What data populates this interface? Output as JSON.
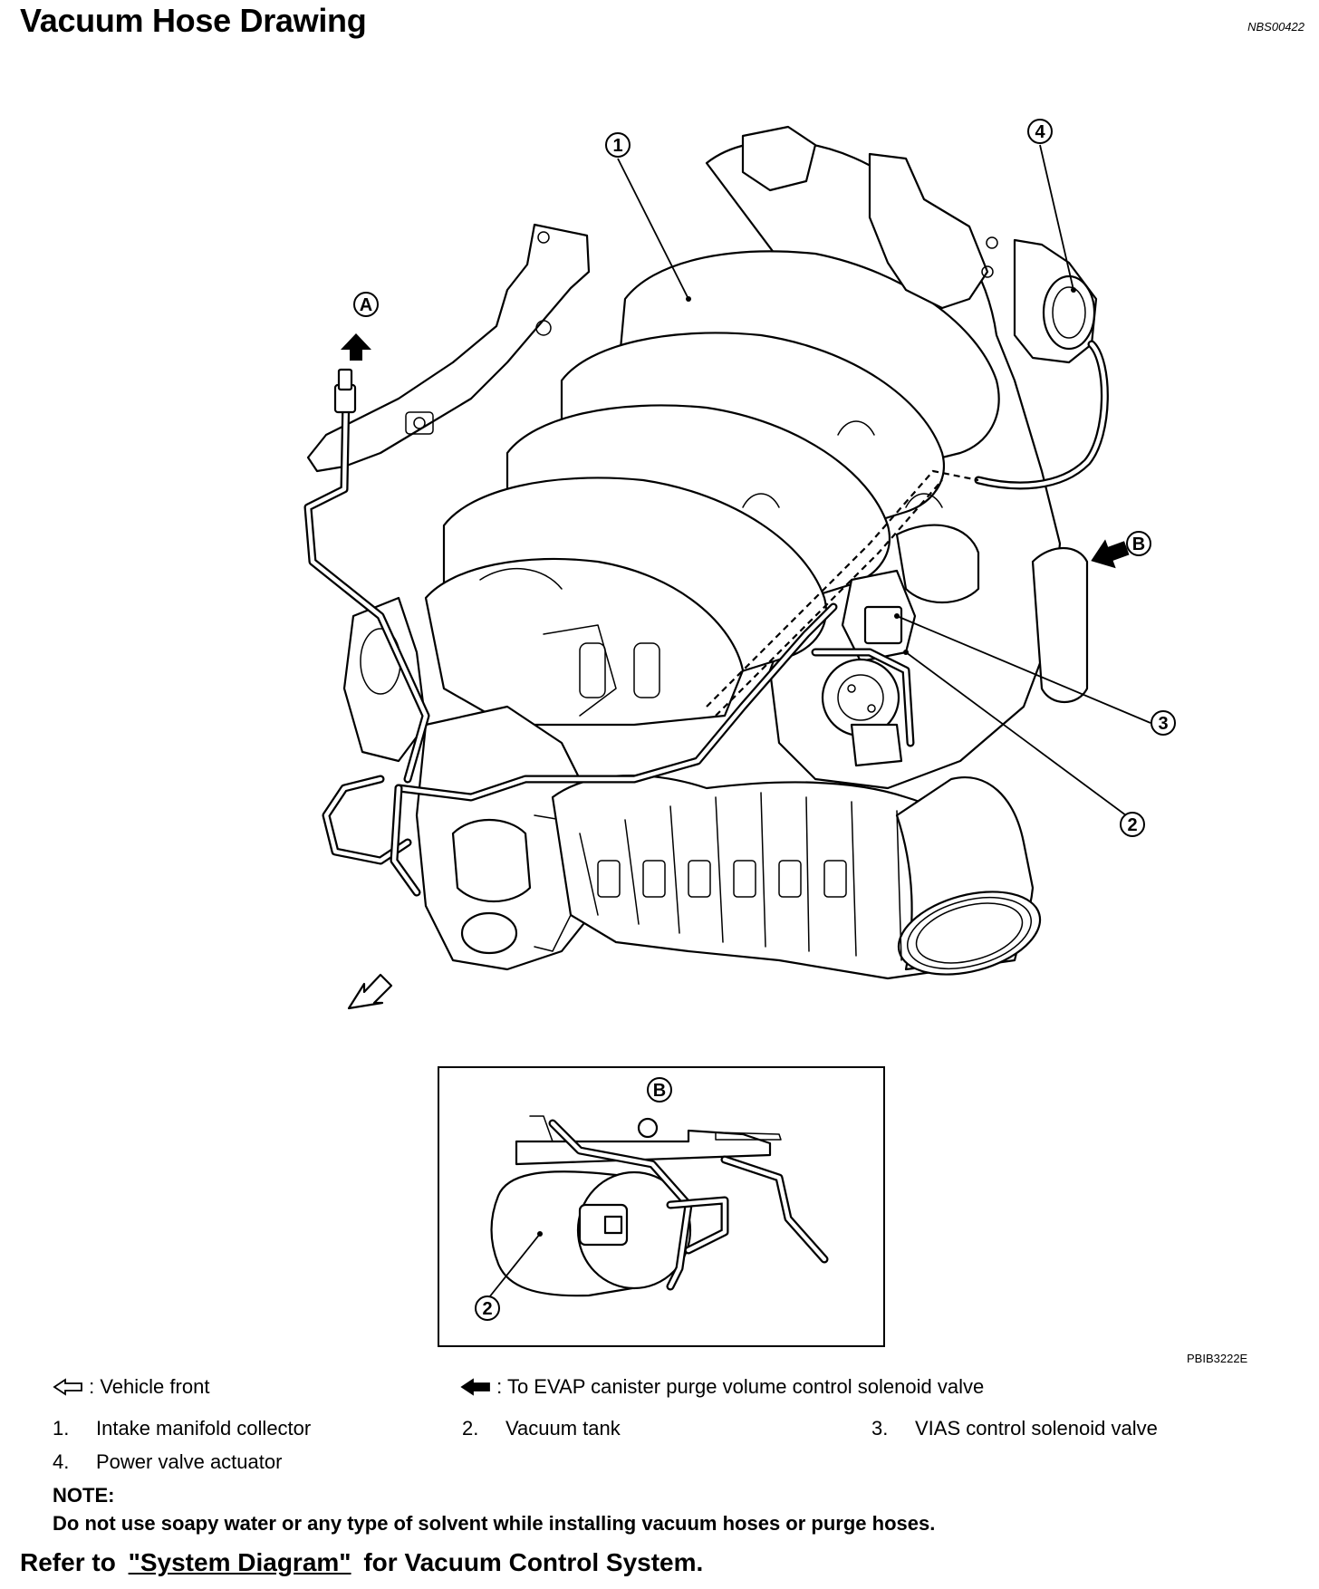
{
  "header": {
    "title": "Vacuum Hose Drawing",
    "doc_code": "NBS00422"
  },
  "figure": {
    "figure_code": "PBIB3222E",
    "callouts": {
      "c1": "1",
      "c2": "2",
      "c3": "3",
      "c4": "4",
      "a": "A",
      "b": "B",
      "inset_b": "B",
      "inset_2": "2"
    }
  },
  "legend": {
    "vehicle_front": ": Vehicle front",
    "evap": ": To EVAP canister purge volume control solenoid valve",
    "items": [
      {
        "num": "1.",
        "label": "Intake manifold collector"
      },
      {
        "num": "2.",
        "label": "Vacuum tank"
      },
      {
        "num": "3.",
        "label": "VIAS control solenoid valve"
      },
      {
        "num": "4.",
        "label": "Power valve actuator"
      }
    ]
  },
  "note": {
    "label": "NOTE:",
    "text": "Do not use soapy water or any type of solvent while installing vacuum hoses or purge hoses."
  },
  "refer": {
    "prefix": "Refer to",
    "link": "\"System Diagram\"",
    "suffix": "for Vacuum Control System."
  },
  "icons": {
    "vehicle_front": "outline-arrow-left-icon",
    "evap": "solid-arrow-left-icon"
  }
}
